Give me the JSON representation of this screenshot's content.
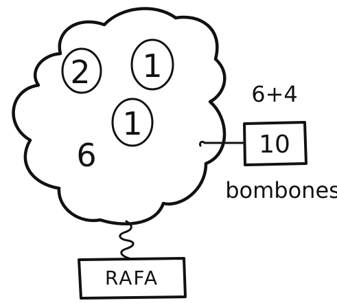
{
  "diagram": {
    "cloud": {
      "circles": [
        {
          "value": "2"
        },
        {
          "value": "1"
        },
        {
          "value": "1"
        }
      ],
      "loose_value": "6"
    },
    "box_right": {
      "expression": "6+4",
      "value": "10",
      "caption": "bombones"
    },
    "box_bottom": {
      "label": "RAFA"
    },
    "colors": {
      "ink": "#111111",
      "background": "#ffffff"
    }
  }
}
